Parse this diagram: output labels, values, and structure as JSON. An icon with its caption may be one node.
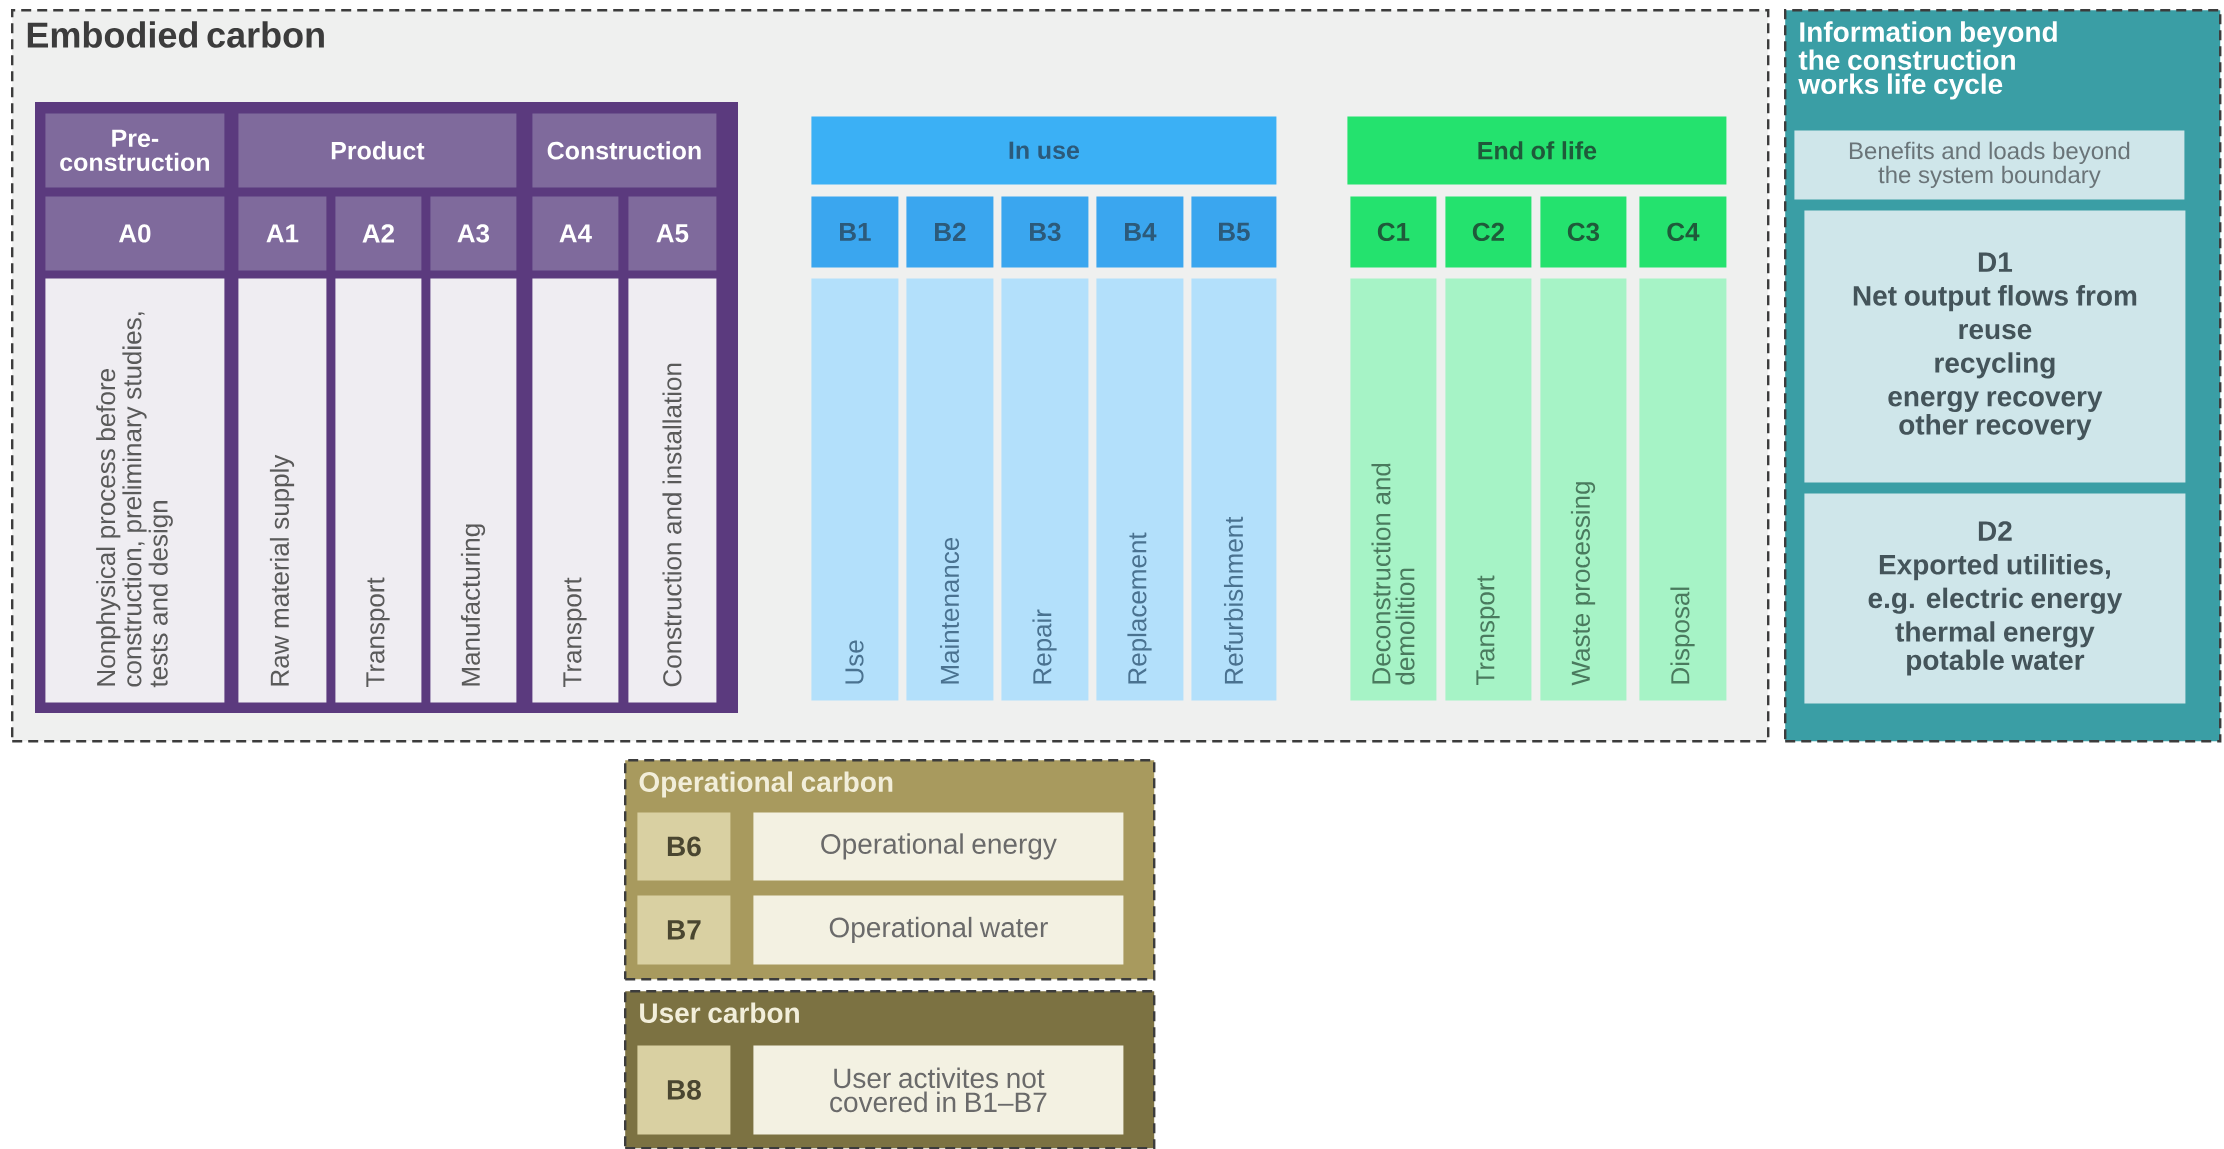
{
  "diagram": {
    "nodes": [
      {
        "text": [
          "Embodied carbon"
        ]
      },
      {
        "text": [
          "Pre-construction"
        ],
        "in": 0
      },
      {
        "text": [
          "Product"
        ],
        "in": 0
      },
      {
        "text": [
          "Construction"
        ],
        "in": 0
      },
      {
        "text": [
          "A0"
        ],
        "in": 0
      },
      {
        "text": [
          "A1"
        ],
        "in": 0
      },
      {
        "text": [
          "A2"
        ],
        "in": 0
      },
      {
        "text": [
          "A3"
        ],
        "in": 0
      },
      {
        "text": [
          "A4"
        ],
        "in": 0
      },
      {
        "text": [
          "A5"
        ],
        "in": 0
      },
      {
        "text": [
          "Nonphysical process before construction, preliminary studies, tests and design"
        ],
        "in": 0
      },
      {
        "text": [
          "Raw material supply"
        ],
        "in": 0
      },
      {
        "text": [
          "Transport"
        ],
        "in": 0
      },
      {
        "text": [
          "Manufacturing"
        ],
        "in": 0
      },
      {
        "text": [
          "Transport"
        ],
        "in": 0
      },
      {
        "text": [
          "Construction and installation"
        ],
        "in": 0
      },
      {
        "text": [
          "In use"
        ],
        "in": 0
      },
      {
        "text": [
          "B1"
        ],
        "in": 0
      },
      {
        "text": [
          "B2"
        ],
        "in": 0
      },
      {
        "text": [
          "B3"
        ],
        "in": 0
      },
      {
        "text": [
          "B4"
        ],
        "in": 0
      },
      {
        "text": [
          "B5"
        ],
        "in": 0
      },
      {
        "text": [
          "Use"
        ],
        "in": 0
      },
      {
        "text": [
          "Maintenance"
        ],
        "in": 0
      },
      {
        "text": [
          "Repair"
        ],
        "in": 0
      },
      {
        "text": [
          "Replacement"
        ],
        "in": 0
      },
      {
        "text": [
          "Refurbishment"
        ],
        "in": 0
      },
      {
        "text": [
          "End of life"
        ],
        "in": 0
      },
      {
        "text": [
          "C1"
        ],
        "in": 0
      },
      {
        "text": [
          "C2"
        ],
        "in": 0
      },
      {
        "text": [
          "C3"
        ],
        "in": 0
      },
      {
        "text": [
          "C4"
        ],
        "in": 0
      },
      {
        "text": [
          "Deconstruction and demolition"
        ],
        "in": 0
      },
      {
        "text": [
          "Transport"
        ],
        "in": 0
      },
      {
        "text": [
          "Waste processing"
        ],
        "in": 0
      },
      {
        "text": [
          "Disposal"
        ],
        "in": 0
      },
      {
        "text": [
          "Information beyond the construction works life cycle"
        ]
      },
      {
        "text": [
          "Benefits and loads beyond the system boundary"
        ],
        "in": 36
      },
      {
        "text": [
          "D1",
          "Net output flows from",
          "reuse",
          "recycling",
          "energy recovery",
          "other recovery"
        ],
        "in": 36
      },
      {
        "text": [
          "D2",
          "Exported utilities,",
          "e.g. electric energy",
          "thermal energy",
          "potable water"
        ],
        "in": 36
      },
      {
        "text": [
          "Operational carbon"
        ]
      },
      {
        "text": [
          "B6"
        ],
        "in": 40
      },
      {
        "text": [
          "Operational energy"
        ],
        "in": 40
      },
      {
        "text": [
          "B7"
        ],
        "in": 40
      },
      {
        "text": [
          "Operational water"
        ],
        "in": 40
      },
      {
        "text": [
          "User carbon"
        ]
      },
      {
        "text": [
          "B8"
        ],
        "in": 45
      },
      {
        "text": [
          "User activites not covered in B1–B7"
        ],
        "in": 45
      }
    ]
  }
}
